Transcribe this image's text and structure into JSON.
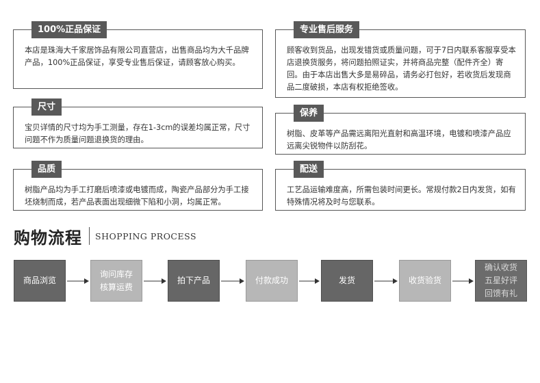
{
  "sections": {
    "authentic": {
      "title": "100%正品保证",
      "text": "本店是珠海大千家居饰品有限公司直营店，出售商品均为大千品牌产品，100%正品保证，享受专业售后保证，请顾客放心购买。"
    },
    "after_sales": {
      "title": "专业售后服务",
      "text": "顾客收到货品，出现发错货或质量问题，可于7日内联系客服享受本店退换货服务，将问题拍照证实，并将商品完整（配件齐全）寄回。由于本店出售大多是易碎品，请务必打包好，若收货后发现商品二度破损，本店有权拒绝签收。"
    },
    "size": {
      "title": "尺寸",
      "text": "宝贝详情的尺寸均为手工测量，存在1-3cm的误差均属正常，尺寸问题不作为质量问题退换货的理由。"
    },
    "maintenance": {
      "title": "保养",
      "text": "树脂、皮革等产品需远离阳光直射和高温环境，电镀和喷漆产品应远离尖锐物件以防刮花。"
    },
    "quality": {
      "title": "品质",
      "text": "树脂产品均为手工打磨后喷漆或电镀而成，陶瓷产品部分为手工接坯烧制而成，若产品表面出现细微下陷和小洞，均属正常。"
    },
    "delivery": {
      "title": "配送",
      "text": "工艺品运输难度高，所需包装时间更长。常规付款2日内发货，如有特殊情况将及时与您联系。"
    }
  },
  "process": {
    "title": "购物流程",
    "subtitle": "SHOPPING PROCESS",
    "steps": [
      "商品浏览",
      "询问库存\n核算运费",
      "拍下产品",
      "付款成功",
      "发货",
      "收货验货",
      "确认收货\n五星好评\n回馈有礼"
    ]
  },
  "colors": {
    "tab": "#595959",
    "step_dark": "#666666",
    "step_light": "#b7b7b7",
    "border": "#555555"
  },
  "icons": {
    "flow_arrow": "right-arrow-icon"
  }
}
